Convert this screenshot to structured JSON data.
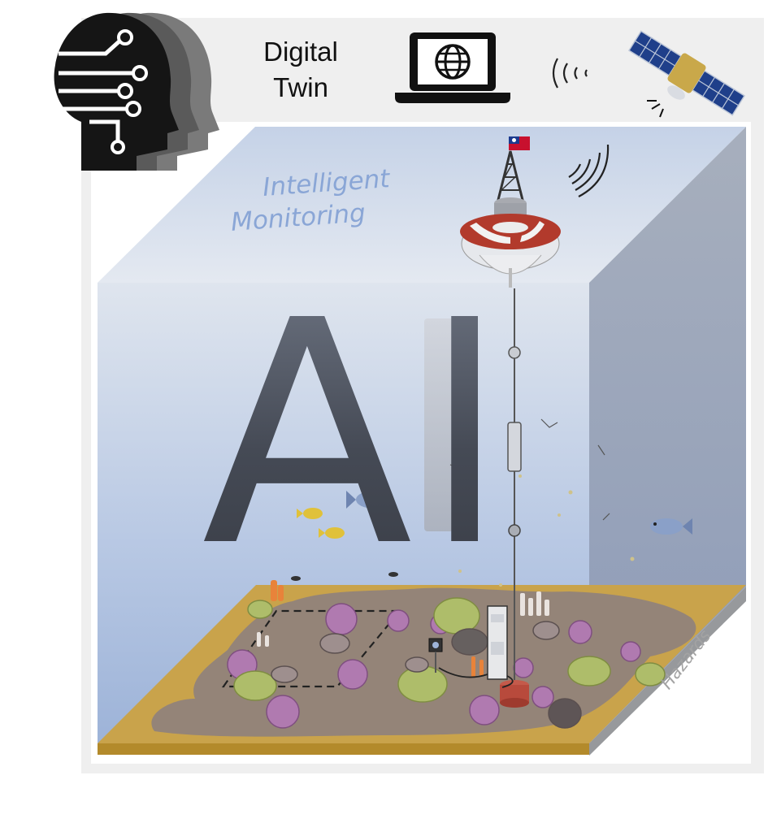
{
  "labels": {
    "digital_twin": [
      "Digital",
      "Twin"
    ],
    "intelligent_monitoring": [
      "Intelligent",
      "Monitoring"
    ],
    "ai": "AI",
    "hazards": "Hazards"
  },
  "icons": [
    "ai-head-circuit-icon",
    "laptop-globe-icon",
    "wireless-signal-icon",
    "satellite-icon",
    "buoy-icon",
    "taiwan-flag-icon",
    "fish-icon",
    "coral-icon",
    "sensor-tower-icon",
    "camera-icon"
  ],
  "colors": {
    "water_top": "#dbe3ef",
    "water_bottom": "#9fb4d8",
    "sand": "#c7a24a",
    "buoy_red": "#b23a2c",
    "coral_purple": "#b07ab0",
    "coral_green": "#aebd6a"
  }
}
